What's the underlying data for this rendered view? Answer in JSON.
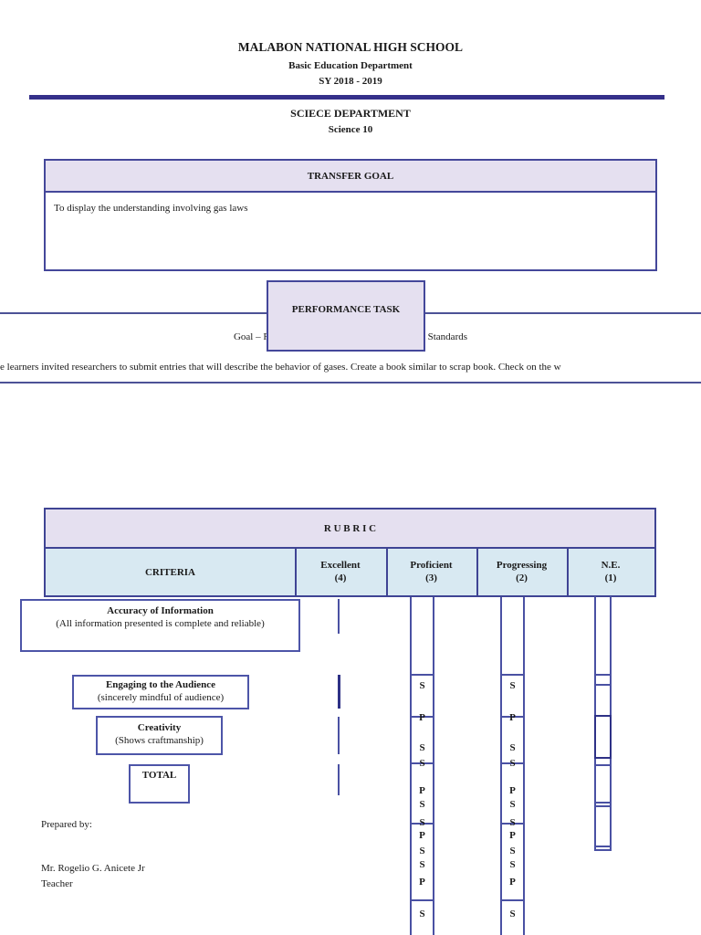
{
  "header": {
    "school": "MALABON NATIONAL HIGH SCHOOL",
    "department_line": "Basic Education Department",
    "school_year": "SY 2018 - 2019",
    "section_department": "SCIECE DEPARTMENT",
    "subject": "Science 10"
  },
  "transfer_goal": {
    "title": "TRANSFER GOAL",
    "body": "To display the understanding involving gas laws"
  },
  "performance_task": {
    "title": "PERFORMANCE TASK",
    "grasps_line": "Goal – Role – Audience – Situation – Product – Standards",
    "description_line": "e learners invited researchers to submit entries that will describe the behavior of gases. Create a book similar to scrap book. Check on the w"
  },
  "rubric": {
    "title": "R U B R I C",
    "criteria_header": "CRITERIA",
    "columns": [
      {
        "label": "Excellent",
        "points": "(4)"
      },
      {
        "label": "Proficient",
        "points": "(3)"
      },
      {
        "label": "Progressing",
        "points": "(2)"
      },
      {
        "label": "N.E.",
        "points": "(1)"
      }
    ],
    "criteria": [
      {
        "name": "Accuracy of Information",
        "description": "(All information presented is complete and reliable)"
      },
      {
        "name": "Engaging to the Audience",
        "description": "(sincerely mindful of audience)"
      },
      {
        "name": "Creativity",
        "description": "(Shows craftmanship)"
      },
      {
        "name": "TOTAL",
        "description": ""
      }
    ],
    "column_fragments": {
      "proficient": [
        "S",
        "P",
        "S",
        "S",
        "P",
        "S",
        "S",
        "P",
        "S",
        "S",
        "P",
        "S"
      ],
      "progressing": [
        "S",
        "P",
        "S",
        "S",
        "P",
        "S",
        "S",
        "P",
        "S",
        "S",
        "P",
        "S"
      ]
    }
  },
  "footer": {
    "prepared_by_label": "Prepared by:",
    "teacher_name": "Mr. Rogelio G. Anicete Jr",
    "teacher_title": "Teacher"
  },
  "colors": {
    "accent_border": "#44479a",
    "lavender_fill": "#e5e0f0",
    "light_blue_fill": "#d8e9f2",
    "navy_rule": "#35308a",
    "line": "#4c5296"
  }
}
